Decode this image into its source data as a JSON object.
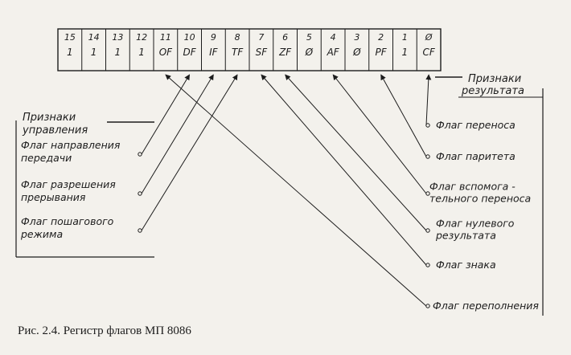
{
  "register": {
    "cells": [
      {
        "bit": "15",
        "value": "1"
      },
      {
        "bit": "14",
        "value": "1"
      },
      {
        "bit": "13",
        "value": "1"
      },
      {
        "bit": "12",
        "value": "1"
      },
      {
        "bit": "11",
        "value": "OF"
      },
      {
        "bit": "10",
        "value": "DF"
      },
      {
        "bit": "9",
        "value": "IF"
      },
      {
        "bit": "8",
        "value": "TF"
      },
      {
        "bit": "7",
        "value": "SF"
      },
      {
        "bit": "6",
        "value": "ZF"
      },
      {
        "bit": "5",
        "value": "Ø"
      },
      {
        "bit": "4",
        "value": "AF"
      },
      {
        "bit": "3",
        "value": "Ø"
      },
      {
        "bit": "2",
        "value": "PF"
      },
      {
        "bit": "1",
        "value": "1"
      },
      {
        "bit": "Ø",
        "value": "CF"
      }
    ]
  },
  "control_group": {
    "title_lines": [
      "Признаки",
      "управления"
    ],
    "items": [
      {
        "bit": "10",
        "lines": [
          "Флаг направления",
          "передачи"
        ]
      },
      {
        "bit": "9",
        "lines": [
          "Флаг разрешения",
          "прерывания"
        ]
      },
      {
        "bit": "8",
        "lines": [
          "Флаг пошагового",
          "режима"
        ]
      }
    ]
  },
  "result_group": {
    "title_lines": [
      "Признаки",
      "результата"
    ],
    "items": [
      {
        "bit": "0",
        "lines": [
          "Флаг переноса"
        ]
      },
      {
        "bit": "2",
        "lines": [
          "Флаг паритета"
        ]
      },
      {
        "bit": "4",
        "lines": [
          "Флаг вспомога -",
          "тельного переноса"
        ]
      },
      {
        "bit": "6",
        "lines": [
          "Флаг нулевого",
          "результата"
        ]
      },
      {
        "bit": "7",
        "lines": [
          "Флаг знака"
        ]
      },
      {
        "bit": "11",
        "lines": [
          "Флаг переполнения"
        ]
      }
    ]
  },
  "caption": "Рис. 2.4. Регистр флагов МП 8086",
  "colors": {
    "ink": "#1c1c1c",
    "paper": "#f3f1ec"
  }
}
